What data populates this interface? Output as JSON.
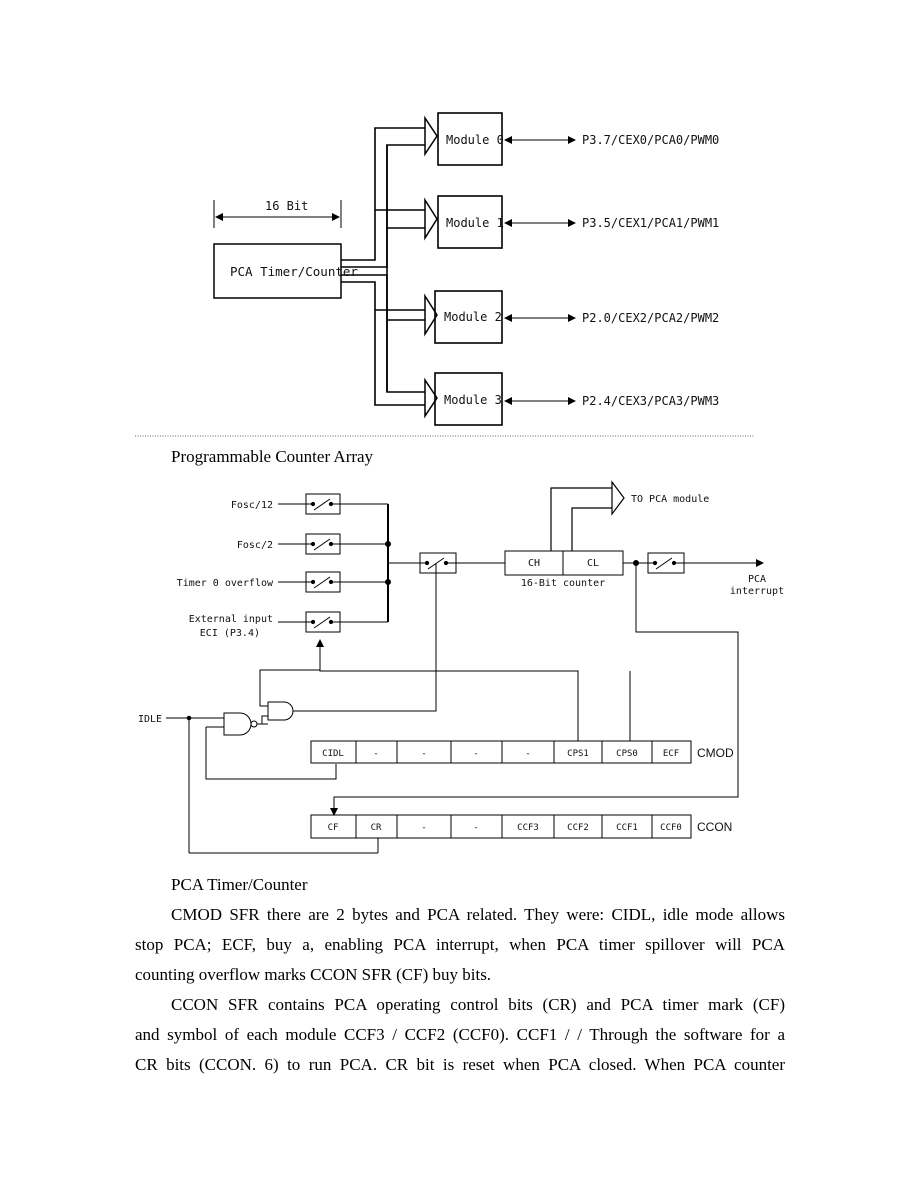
{
  "figure1": {
    "bit_label": "16 Bit",
    "timer_label": "PCA Timer/Counter",
    "modules": [
      {
        "label": "Module 0",
        "pin": "P3.7/CEX0/PCA0/PWM0"
      },
      {
        "label": "Module 1",
        "pin": "P3.5/CEX1/PCA1/PWM1"
      },
      {
        "label": "Module 2",
        "pin": "P2.0/CEX2/PCA2/PWM2"
      },
      {
        "label": "Module 3",
        "pin": "P2.4/CEX3/PCA3/PWM3"
      }
    ],
    "caption": "Programmable Counter Array"
  },
  "figure2": {
    "inputs": [
      "Fosc/12",
      "Fosc/2",
      "Timer 0 overflow",
      "External  input",
      "ECI (P3.4)"
    ],
    "ch": "CH",
    "cl": "CL",
    "counter_label": "16-Bit counter",
    "to_module": "TO PCA module",
    "interrupt_1": "PCA",
    "interrupt_2": "interrupt",
    "idle": "IDLE",
    "cmod_cells": [
      "CIDL",
      "-",
      "-",
      "-",
      "-",
      "CPS1",
      "CPS0",
      "ECF"
    ],
    "cmod_name": "CMOD",
    "ccon_cells": [
      "CF",
      "CR",
      "-",
      "-",
      "CCF3",
      "CCF2",
      "CCF1",
      "CCF0"
    ],
    "ccon_name": "CCON",
    "caption": "PCA Timer/Counter"
  },
  "body": {
    "p1": [
      "CMOD SFR there are 2 bytes and PCA related. They were: CIDL, idle mode allows",
      "stop PCA; ECF, buy a, enabling PCA interrupt, when PCA timer spillover will PCA",
      "counting overflow marks CCON SFR (CF) buy bits."
    ],
    "p2": [
      "CCON SFR contains PCA operating control bits (CR) and PCA timer mark (CF)",
      "and symbol of each module CCF3 / CCF2 (CCF0). CCF1 / / Through the software for a",
      "CR bits (CCON. 6) to run PCA. CR bit is reset when PCA closed. When PCA counter"
    ]
  }
}
